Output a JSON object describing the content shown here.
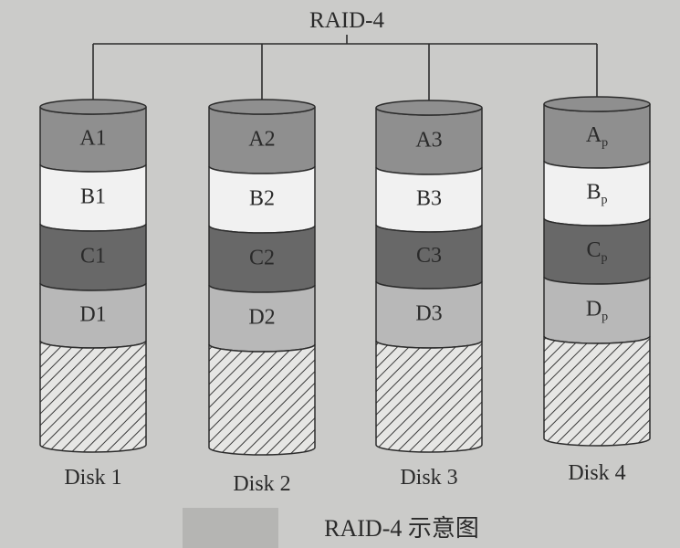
{
  "diagram": {
    "title": "RAID-4",
    "caption": "RAID-4 示意图",
    "colors": {
      "background": "#cbcbc9",
      "A": "#8f8f8f",
      "B": "#f1f1f1",
      "C": "#686868",
      "D": "#b8b8b8",
      "empty": "#e4e4e4",
      "stroke": "#2c2c2c"
    },
    "disks": [
      {
        "label": "Disk 1",
        "segments": [
          {
            "text": "A1"
          },
          {
            "text": "B1"
          },
          {
            "text": "C1"
          },
          {
            "text": "D1"
          }
        ]
      },
      {
        "label": "Disk 2",
        "segments": [
          {
            "text": "A2"
          },
          {
            "text": "B2"
          },
          {
            "text": "C2"
          },
          {
            "text": "D2"
          }
        ]
      },
      {
        "label": "Disk 3",
        "segments": [
          {
            "text": "A3"
          },
          {
            "text": "B3"
          },
          {
            "text": "C3"
          },
          {
            "text": "D3"
          }
        ]
      },
      {
        "label": "Disk 4",
        "segments": [
          {
            "text": "A",
            "sub": "p"
          },
          {
            "text": "B",
            "sub": "p"
          },
          {
            "text": "C",
            "sub": "p"
          },
          {
            "text": "D",
            "sub": "p"
          }
        ]
      }
    ]
  }
}
